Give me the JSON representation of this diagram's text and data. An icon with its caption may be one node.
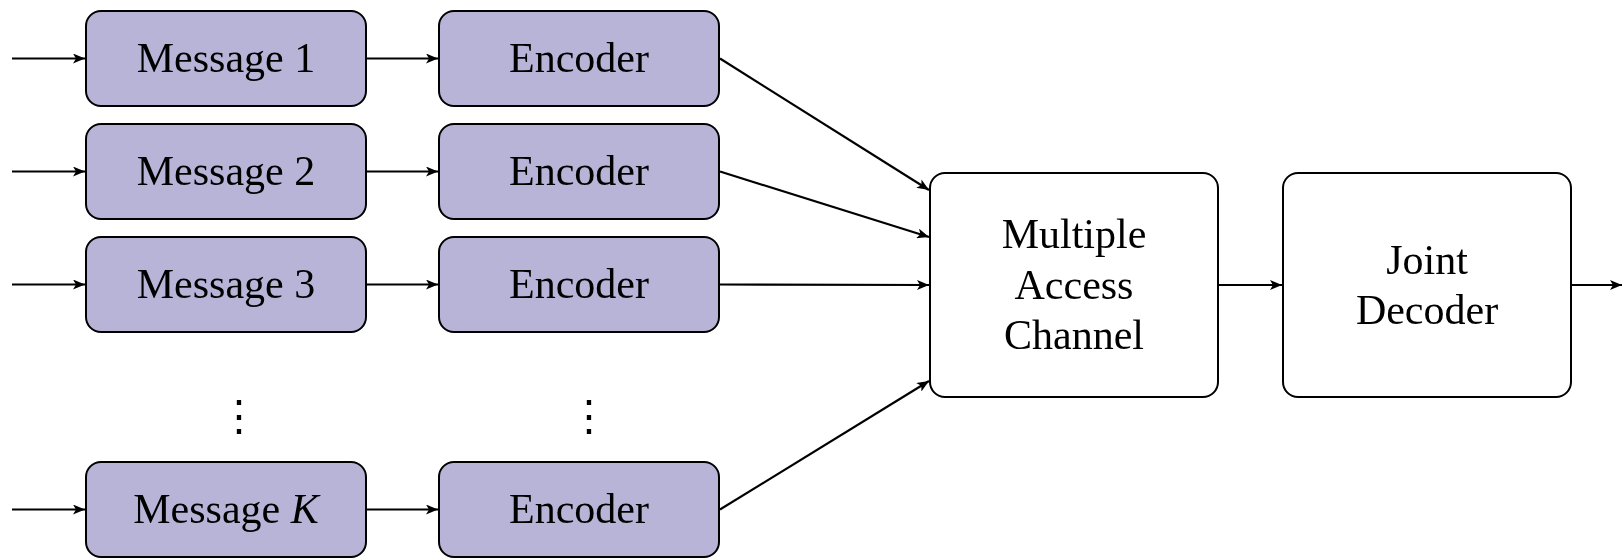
{
  "diagram": {
    "nodes": [
      {
        "text": [
          "Message 1"
        ]
      },
      {
        "text": [
          "Message 2"
        ]
      },
      {
        "text": [
          "Message 3"
        ]
      },
      {
        "text": [
          "Message *K*"
        ]
      },
      {
        "text": [
          "Encoder"
        ]
      },
      {
        "text": [
          "Encoder"
        ]
      },
      {
        "text": [
          "Encoder"
        ]
      },
      {
        "text": [
          "Encoder"
        ]
      },
      {
        "text": [
          "Multiple Access Channel"
        ]
      },
      {
        "text": [
          "Joint Decoder"
        ]
      }
    ],
    "edges": [
      {
        "from": null,
        "to": 0,
        "arrow": "to"
      },
      {
        "from": null,
        "to": 1,
        "arrow": "to"
      },
      {
        "from": null,
        "to": 2,
        "arrow": "to"
      },
      {
        "from": null,
        "to": 3,
        "arrow": "to"
      },
      {
        "from": 0,
        "to": 4,
        "arrow": "to"
      },
      {
        "from": 1,
        "to": 5,
        "arrow": "to"
      },
      {
        "from": 2,
        "to": 6,
        "arrow": "to"
      },
      {
        "from": 3,
        "to": 7,
        "arrow": "to"
      },
      {
        "from": 4,
        "to": 8,
        "arrow": "to"
      },
      {
        "from": 5,
        "to": 8,
        "arrow": "to"
      },
      {
        "from": 6,
        "to": 8,
        "arrow": "to"
      },
      {
        "from": 7,
        "to": 8,
        "arrow": "to"
      },
      {
        "from": 8,
        "to": 9,
        "arrow": "to"
      },
      {
        "from": 9,
        "to": null,
        "arrow": "to"
      }
    ],
    "labels": [
      "⋮",
      "⋮"
    ]
  }
}
